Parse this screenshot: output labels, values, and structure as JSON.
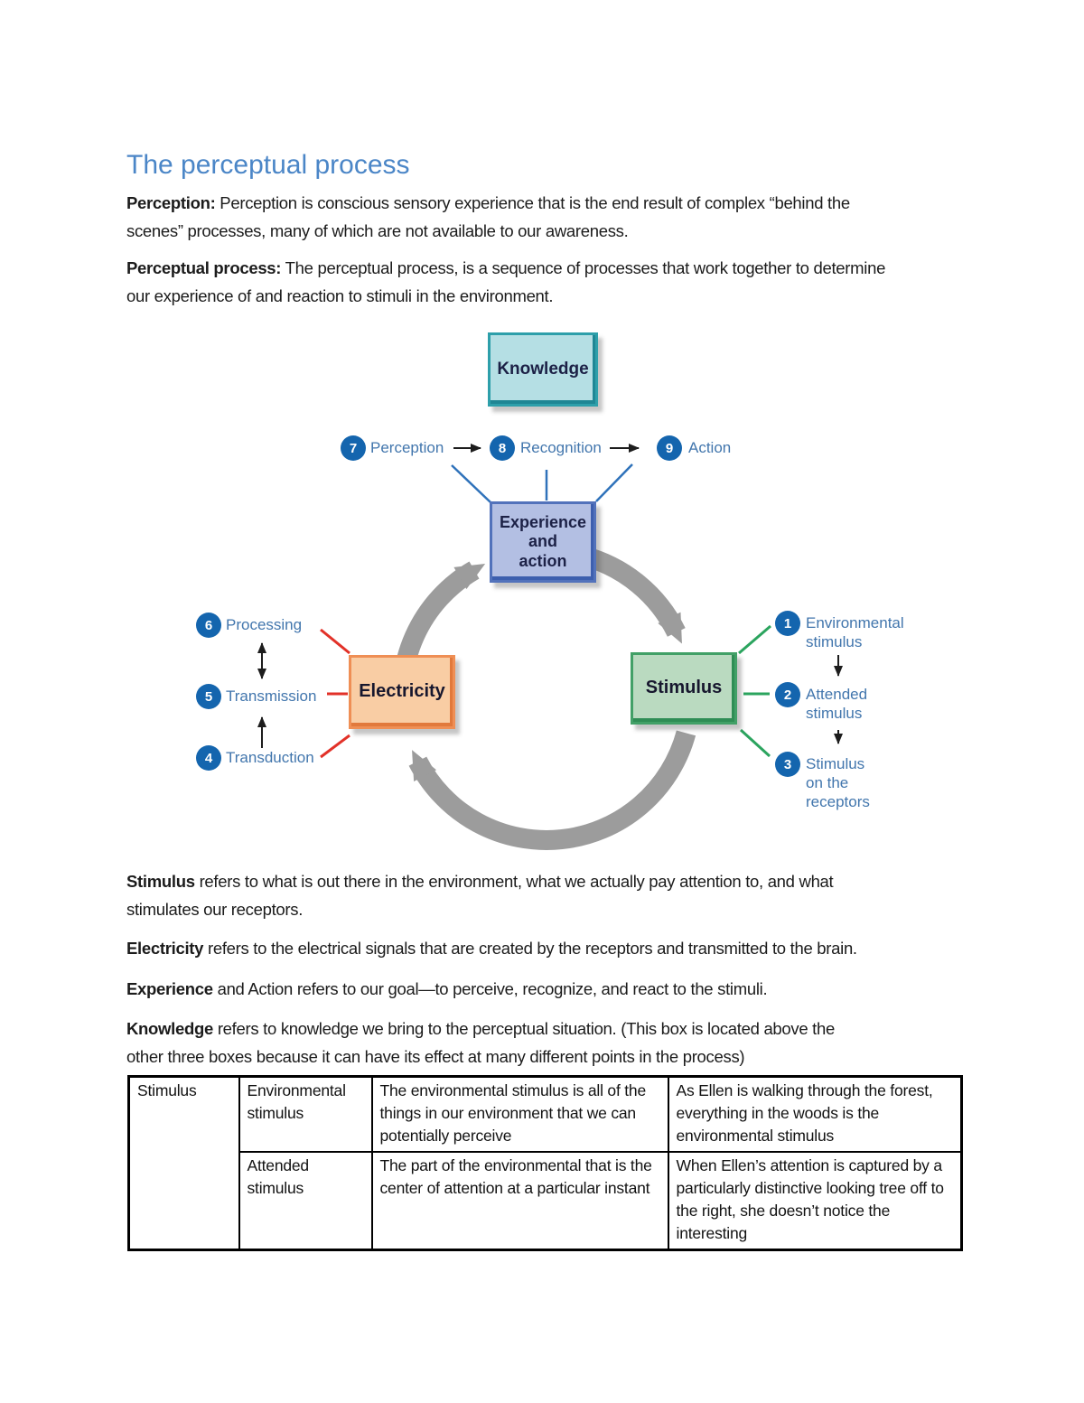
{
  "document": {
    "title": "The perceptual process",
    "intro": [
      {
        "lead": "Perception:",
        "body": " Perception is conscious sensory experience that is the end result of complex “behind the\nscenes” processes, many of which are not available to our awareness."
      },
      {
        "lead": "Perceptual process:",
        "body": " The perceptual process, is a sequence of processes that work together to determine\nour experience of and reaction to stimuli in the environment."
      }
    ],
    "definitions": [
      {
        "lead": "Stimulus",
        "body": " refers to what is out there in the environment, what we actually pay attention to, and what\nstimulates our receptors."
      },
      {
        "lead": "Electricity",
        "body": " refers to the electrical signals that are created by the receptors and transmitted to the brain."
      },
      {
        "lead": "Experience",
        "body": " and Action refers to our goal—to perceive, recognize, and react to the stimuli."
      },
      {
        "lead": "Knowledge",
        "body": " refers to knowledge we bring to the perceptual situation. (This box is located above the\nother three boxes because it can have its effect at many different points in the process)"
      }
    ]
  },
  "diagram": {
    "boxes": {
      "knowledge": {
        "label": "Knowledge"
      },
      "experience": {
        "label": "Experience\nand\naction"
      },
      "electricity": {
        "label": "Electricity"
      },
      "stimulus": {
        "label": "Stimulus"
      }
    },
    "steps": [
      {
        "num": "1",
        "label": "Environmental\nstimulus"
      },
      {
        "num": "2",
        "label": "Attended\nstimulus"
      },
      {
        "num": "3",
        "label": "Stimulus\non the\nreceptors"
      },
      {
        "num": "4",
        "label": "Transduction"
      },
      {
        "num": "5",
        "label": "Transmission"
      },
      {
        "num": "6",
        "label": "Processing"
      },
      {
        "num": "7",
        "label": "Perception"
      },
      {
        "num": "8",
        "label": "Recognition"
      },
      {
        "num": "9",
        "label": "Action"
      }
    ],
    "colors": {
      "step_circle": "#1465ae",
      "step_label": "#4276ad",
      "knowledge_fill": "#b5dfe4",
      "knowledge_border": "#2d9faa",
      "experience_fill": "#b3bfe3",
      "experience_border": "#5272bb",
      "electricity_fill": "#f9cda4",
      "electricity_border": "#ef8f55",
      "stimulus_fill": "#badac0",
      "stimulus_border": "#42a067",
      "cycle_arrow": "#9c9c9c",
      "connector_blue": "#2f72ba",
      "connector_red": "#e23128",
      "connector_green": "#2ba45e"
    }
  },
  "table": {
    "rows": [
      {
        "category": "Stimulus",
        "term": "Environmental stimulus",
        "definition": "The environmental stimulus is all of the things in our environment that we can potentially perceive",
        "example": "As Ellen is walking through the forest, everything in the woods is the environmental stimulus"
      },
      {
        "term": "Attended stimulus",
        "definition": "The part of the environmental that is the center of attention at a particular instant",
        "example": "When Ellen’s attention is captured by a particularly distinctive looking tree off to the right, she doesn’t notice the interesting"
      }
    ]
  }
}
